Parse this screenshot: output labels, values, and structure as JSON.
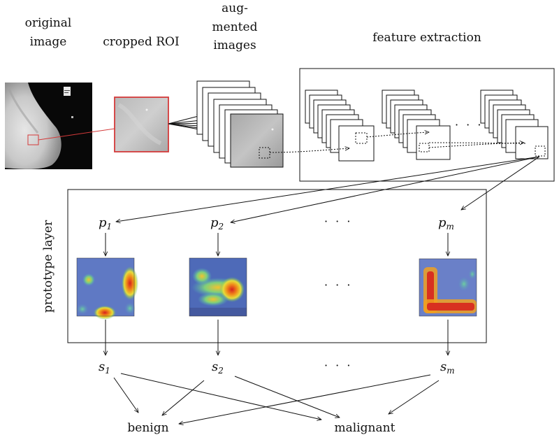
{
  "labels": {
    "original_line1": "original",
    "original_line2": "image",
    "cropped": "cropped ROI",
    "aug_line1": "aug-",
    "aug_line2": "mented",
    "aug_line3": "images",
    "feature": "feature extraction",
    "prototype_layer": "prototype layer"
  },
  "prototypes": [
    {
      "base": "p",
      "sub": "1"
    },
    {
      "base": "p",
      "sub": "2"
    },
    {
      "base": "p",
      "sub": "m"
    }
  ],
  "similarities": [
    {
      "base": "s",
      "sub": "1"
    },
    {
      "base": "s",
      "sub": "2"
    },
    {
      "base": "s",
      "sub": "m"
    }
  ],
  "ellipsis": "· · ·",
  "outputs": {
    "benign": "benign",
    "malignant": "malignant"
  }
}
